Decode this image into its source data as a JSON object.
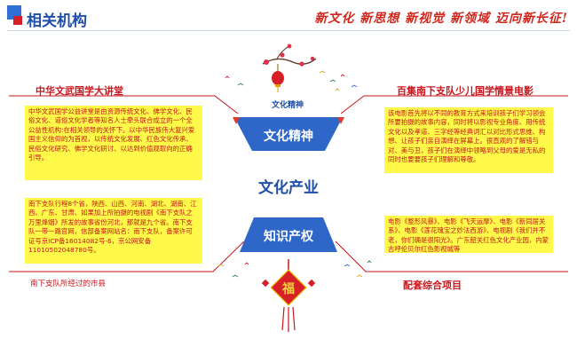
{
  "header": {
    "title": "相关机构",
    "slogan": "新文化 新思想 新视觉 新领域 迈向新长征!"
  },
  "center": {
    "label_small": "文化精神",
    "top_banner": "文化精神",
    "main": "文化产业",
    "bottom_banner": "知识产权"
  },
  "top_left": {
    "title": "中华文武国学大讲堂",
    "text": "中华文武国学公益讲堂是由资源传统文化、佛学文化、民俗文化、道俗文化学者等知名人士牵头联合成立的一个全公益性机构:在相关领导的关怀下。以中华民族伟大复兴爱国主义信仰的为首视，以传统文化发展、红色文化传承、民俗文化研究、佛学文化研讨、以达到价值观取向的正确引导。"
  },
  "top_right": {
    "title": "百集南下支队少儿国学情景电影",
    "text": "该电影首先将以不同的教育方式来培训孩子们学习领会所要拍摄的故事内容，同时将以影视专业角度、用传统文化以及孝道、三字经等经典词汇以对比形式思维、构想、让孩子们亲自演绎在屏幕上。很直观的了解错与对、美与丑，孩子们在演绎中领略到父母的爱是无私的同时也要要孩子们理解和尊敬。"
  },
  "bottom_left": {
    "text": "南下支队行程8个省，陕西、山西、河南、湖北、湖南、江西、广东、甘肃、如果加上所拍摄的电视剧《南下支队之万里烽烟》所发的故事省份河北，那就是九个省。南下支队一带一路官网，信部备案网站名：南下支队，备案许可证号京ICP备16014082号-6，京公网安备 11010502048780号。",
    "caption": "南下支队所经过的市县"
  },
  "bottom_right": {
    "text": "电影《整形风暴》、电影《飞天运摩》、电影《新同居关系》、电影《莲花瑰宝之妙法西游》、电视剧《我们并不老，你们确是很阳光》。广东韶关红色文化产业园，内蒙古呼伦贝尔红色影视城等",
    "title": "配套综合项目"
  },
  "decor": {
    "fu_char": "福"
  },
  "colors": {
    "blue": "#1f4fa8",
    "red": "#c8161d",
    "yellow": "#fff94a"
  }
}
